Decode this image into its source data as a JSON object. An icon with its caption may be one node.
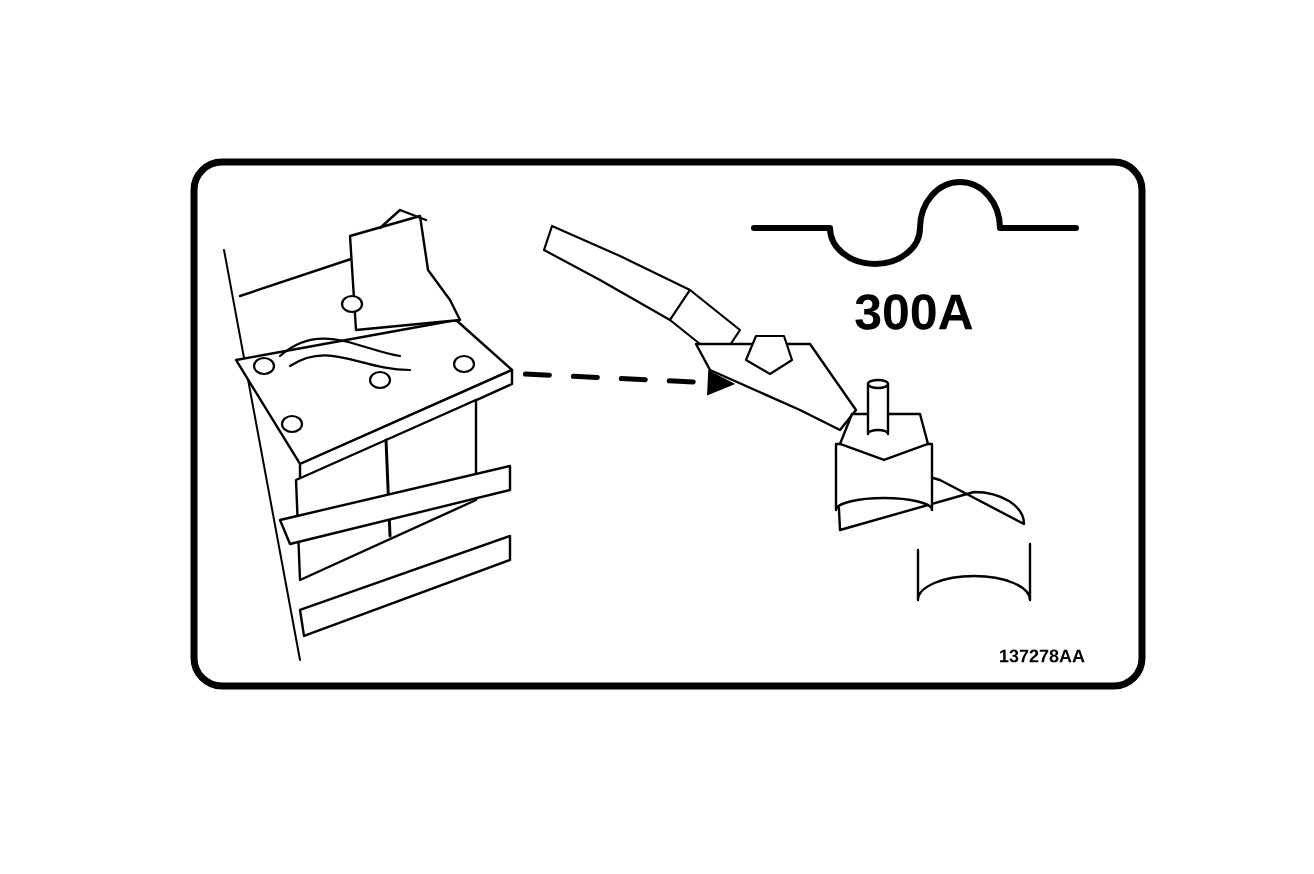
{
  "diagram": {
    "nodes": [
      {
        "text": [],
        "shape": "picture"
      },
      {
        "text": [],
        "shape": "picture"
      }
    ],
    "edges": [
      {
        "from": 0,
        "to": 1,
        "arrow": "to",
        "style": "dashed"
      }
    ],
    "labels": [
      "300A",
      "137278AA"
    ]
  }
}
